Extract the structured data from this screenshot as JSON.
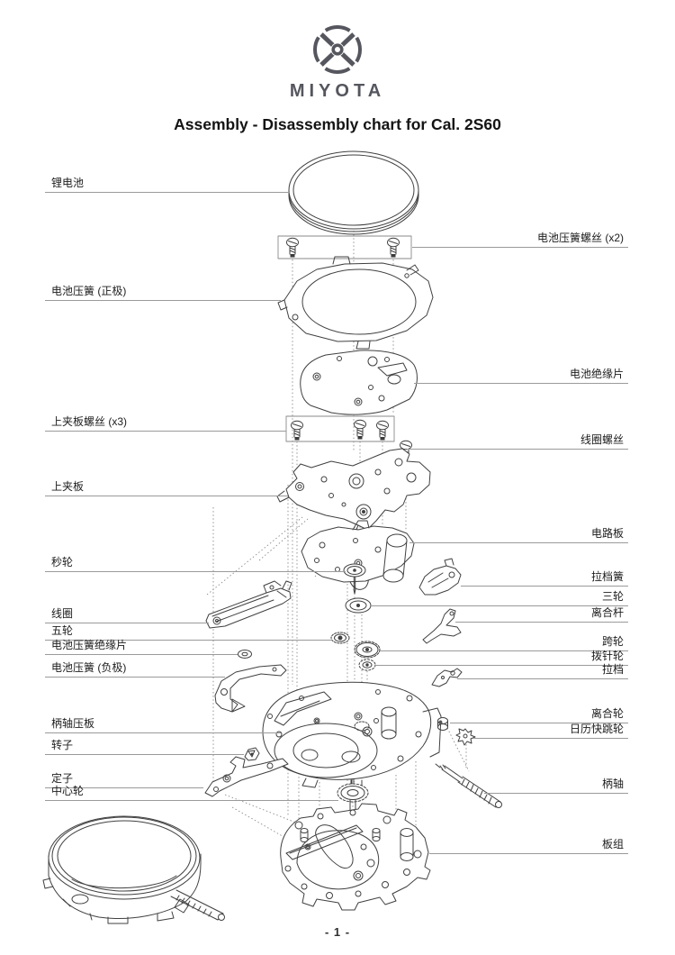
{
  "brand": "MIYOTA",
  "title": "Assembly - Disassembly chart for Cal. 2S60",
  "page_number": "- 1 -",
  "colors": {
    "brand_gray": "#55565E",
    "leader_line": "#9A9A9A",
    "artwork_stroke": "#404040",
    "label_text": "#1C1C1C"
  },
  "labels_left": [
    {
      "text": "锂电池"
    },
    {
      "text": "电池压簧 (正极)"
    },
    {
      "text": "上夹板螺丝 (x3)"
    },
    {
      "text": "上夹板"
    },
    {
      "text": "秒轮"
    },
    {
      "text": "线圈"
    },
    {
      "text": "五轮"
    },
    {
      "text": "电池压簧绝缘片"
    },
    {
      "text": "电池压簧 (负极)"
    },
    {
      "text": "柄轴压板"
    },
    {
      "text": "转子"
    },
    {
      "text": "定子"
    },
    {
      "text": "中心轮"
    }
  ],
  "labels_right": [
    {
      "text": "电池压簧螺丝 (x2)"
    },
    {
      "text": "电池绝缘片"
    },
    {
      "text": "线圈螺丝"
    },
    {
      "text": "电路板"
    },
    {
      "text": "拉档簧"
    },
    {
      "text": "三轮"
    },
    {
      "text": "离合杆"
    },
    {
      "text": "跨轮"
    },
    {
      "text": "拨针轮"
    },
    {
      "text": "拉档"
    },
    {
      "text": "离合轮"
    },
    {
      "text": "日历快跳轮"
    },
    {
      "text": "柄轴"
    },
    {
      "text": "板组"
    }
  ]
}
